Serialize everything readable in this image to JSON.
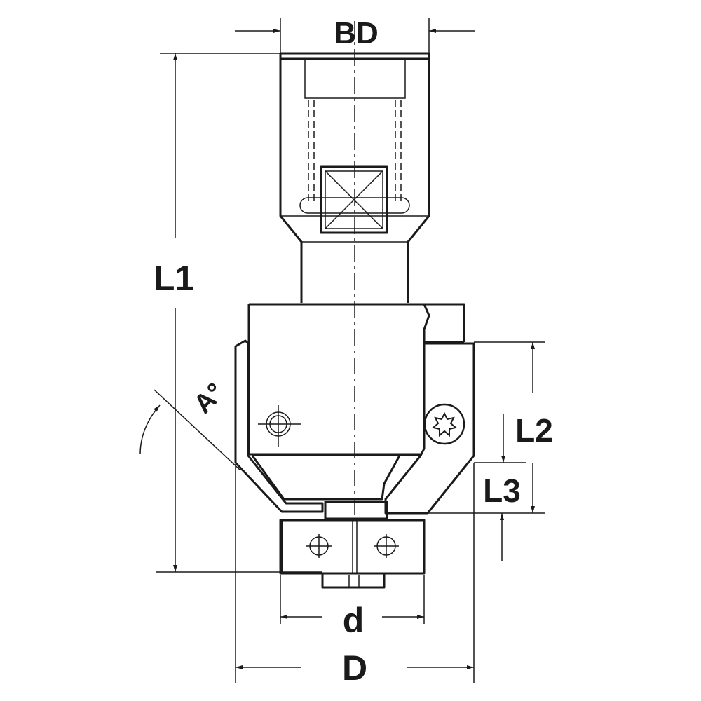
{
  "drawing": {
    "labels": {
      "bd": "BD",
      "l1": "L1",
      "l2": "L2",
      "l3": "L3",
      "d_small": "d",
      "d_large": "D",
      "angle": "A°"
    },
    "colors": {
      "line": "#1a1a1a",
      "knife_fill": "#c8c8c8",
      "background": "#ffffff"
    },
    "icons": {
      "screw": "torx-screw-icon",
      "hole": "bolt-hole-icon",
      "crosshair": "crosshair-icon"
    }
  }
}
